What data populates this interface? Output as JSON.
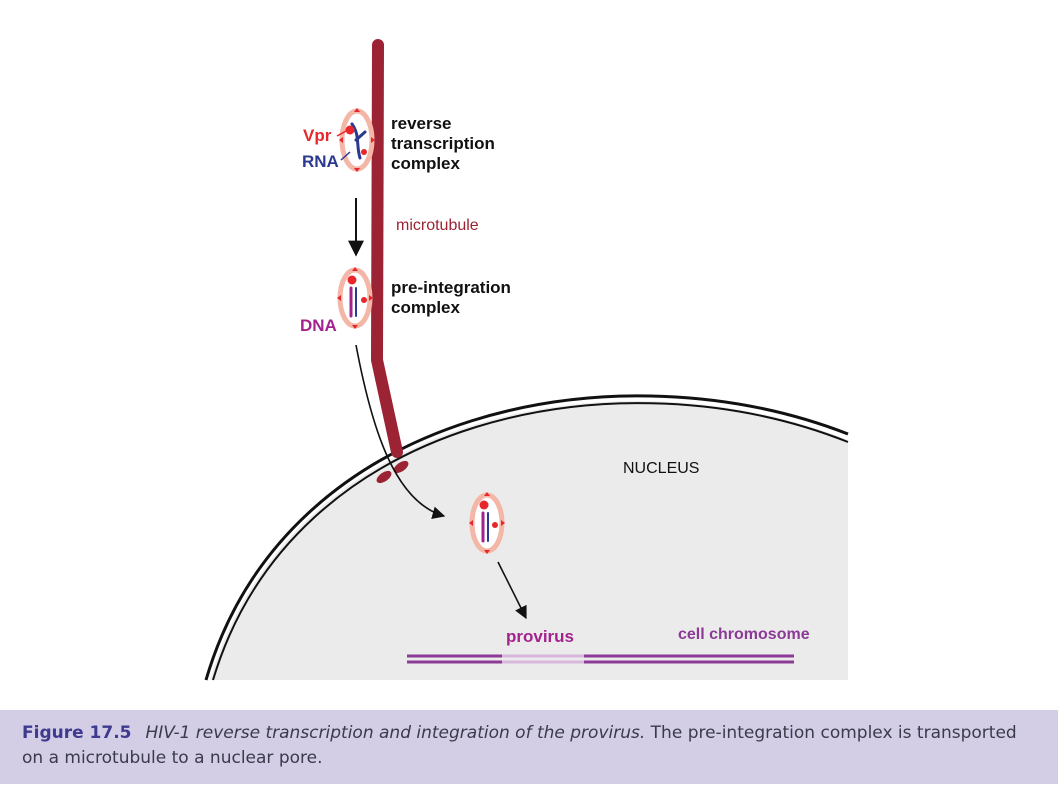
{
  "labels": {
    "vpr": "Vpr",
    "rna": "RNA",
    "dna": "DNA",
    "rtc_line1": "reverse",
    "rtc_line2": "transcription",
    "rtc_line3": "complex",
    "microtubule": "microtubule",
    "pic_line1": "pre-integration",
    "pic_line2": "complex",
    "nucleus": "NUCLEUS",
    "provirus": "provirus",
    "cell_chromosome": "cell chromosome"
  },
  "caption": {
    "figure_number": "Figure 17.5",
    "title": "HIV-1 reverse transcription and integration of the provirus.",
    "text": "The pre-integration complex is transported on a microtubule to a nuclear pore."
  },
  "colors": {
    "microtubule": "#9b2333",
    "vpr": "#e8262c",
    "rna": "#2b3990",
    "dna": "#a3238e",
    "chromosome": "#8b3a96",
    "provirus_segment": "#d9b6dc",
    "complex_ring": "#f4b6a6",
    "caption_background": "#d3cde6",
    "caption_figure_label": "#3d3a8f",
    "nucleus_fill": "#ebebeb"
  }
}
